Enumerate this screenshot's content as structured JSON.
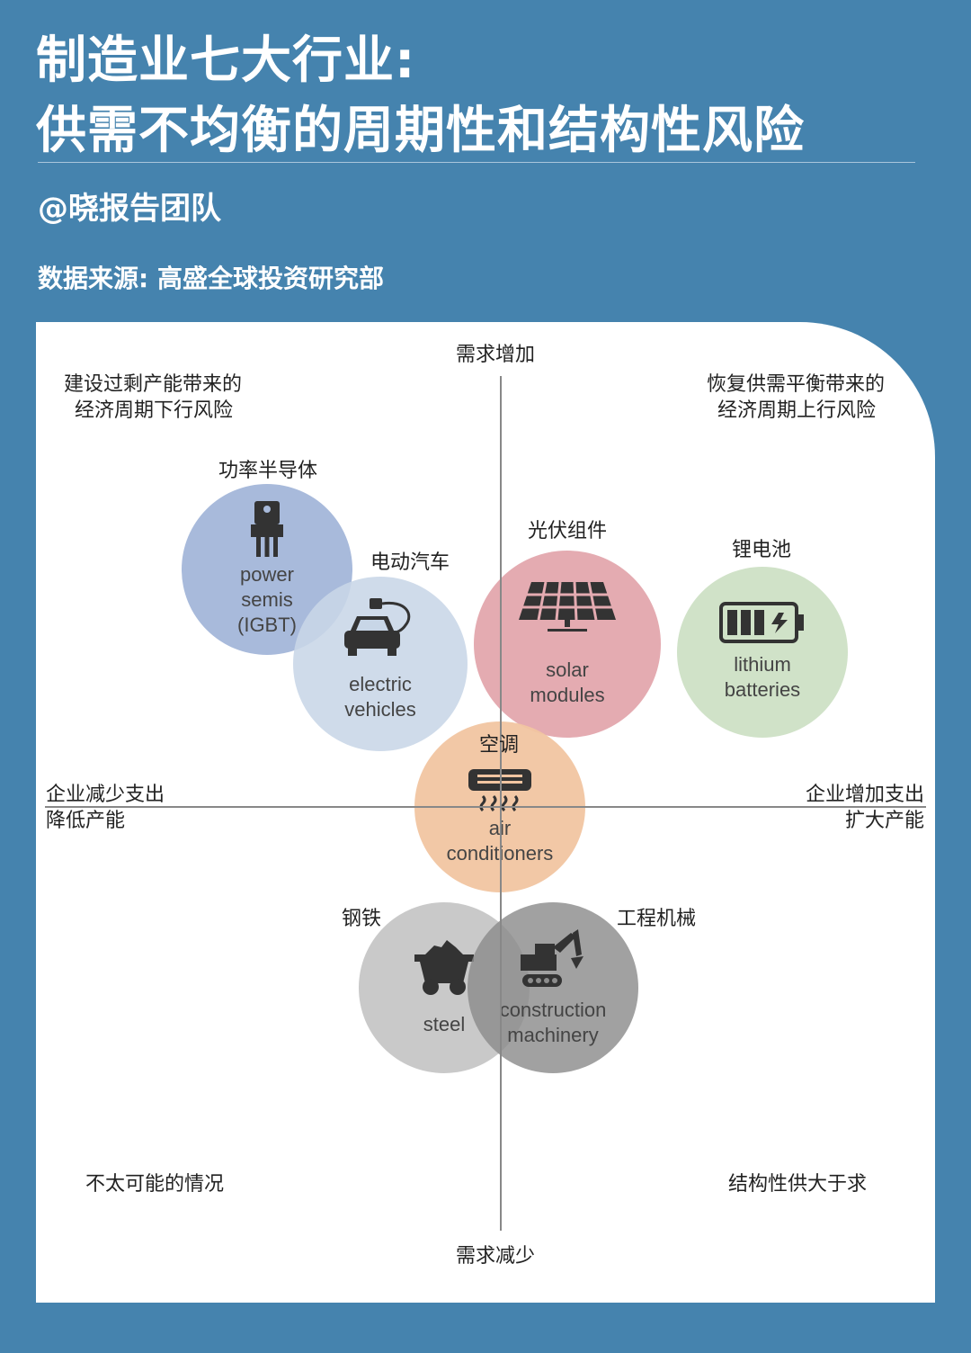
{
  "header": {
    "title_line1": "制造业七大行业:",
    "title_line2": "供需不均衡的周期性和结构性风险",
    "author": "@晓报告团队",
    "source": "数据来源: 高盛全球投资研究部"
  },
  "axes": {
    "top": "需求增加",
    "bottom": "需求减少",
    "left_line1": "企业减少支出",
    "left_line2": "降低产能",
    "right_line1": "企业增加支出",
    "right_line2": "扩大产能"
  },
  "quadrants": {
    "top_left_line1": "建设过剩产能带来的",
    "top_left_line2": "经济周期下行风险",
    "top_right_line1": "恢复供需平衡带来的",
    "top_right_line2": "经济周期上行风险",
    "bottom_left": "不太可能的情况",
    "bottom_right": "结构性供大于求"
  },
  "industries": {
    "power_semis": {
      "cn": "功率半导体",
      "en1": "power",
      "en2": "semis",
      "en3": "(IGBT)",
      "color": "#a8badb"
    },
    "ev": {
      "cn": "电动汽车",
      "en1": "electric",
      "en2": "vehicles",
      "color": "#c8d6e7"
    },
    "solar": {
      "cn": "光伏组件",
      "en1": "solar",
      "en2": "modules",
      "color": "#e4abb1"
    },
    "lithium": {
      "cn": "锂电池",
      "en1": "lithium",
      "en2": "batteries",
      "color": "#d0e2c8"
    },
    "ac": {
      "cn": "空调",
      "en1": "air",
      "en2": "conditioners",
      "color": "#f1c5a1"
    },
    "steel": {
      "cn": "钢铁",
      "en1": "steel",
      "color": "#c9c9c9"
    },
    "construction": {
      "cn": "工程机械",
      "en1": "construction",
      "en2": "machinery",
      "color": "#9d9d9d"
    }
  }
}
